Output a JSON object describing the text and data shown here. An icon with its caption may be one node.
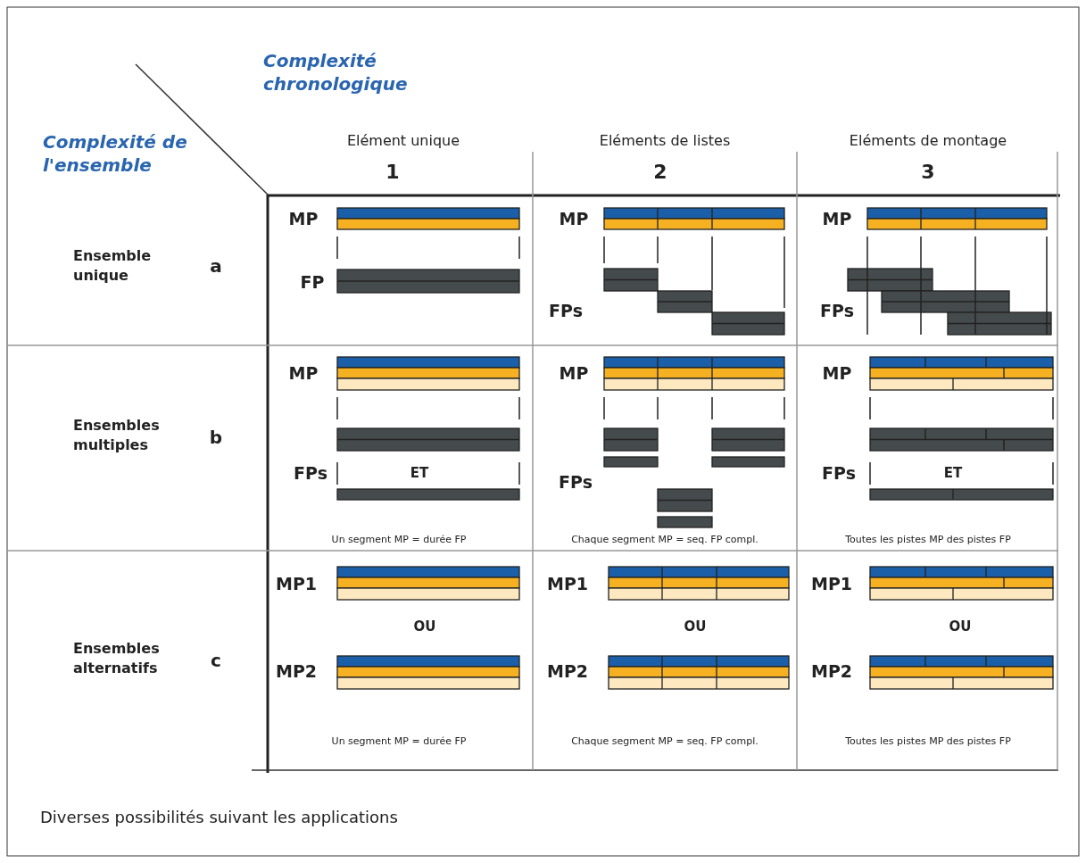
{
  "diagram": {
    "caption": "Diverses possibilités suivant les applications",
    "labels": [
      "Complexité chronologique",
      "Complexité de l'ensemble",
      "Elément unique",
      "Eléments de listes",
      "Eléments de montage",
      "1",
      "2",
      "3",
      "Ensemble unique",
      "a",
      "MP",
      "FP",
      "MP",
      "FPs",
      "MP",
      "FPs",
      "Ensembles multiples",
      "b",
      "MP",
      "FPs",
      "ET",
      "MP",
      "FPs",
      "MP",
      "FPs",
      "ET",
      "Un segment MP = durée FP",
      "Chaque segment MP = seq. FP compl.",
      "Toutes les pistes MP des pistes FP",
      "Ensembles alternatifs",
      "c",
      "MP1",
      "OU",
      "MP2",
      "MP1",
      "OU",
      "MP2",
      "MP1",
      "OU",
      "MP2",
      "Un segment MP = durée FP",
      "Chaque segment MP = seq. FP compl.",
      "Toutes les pistes MP des pistes FP"
    ]
  }
}
